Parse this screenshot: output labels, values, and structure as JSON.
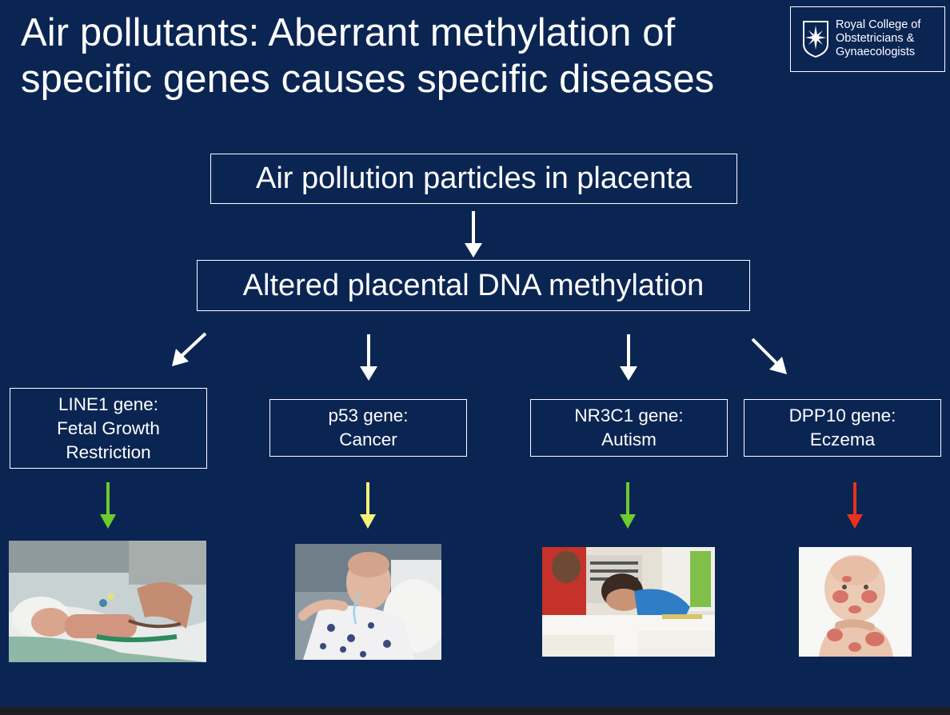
{
  "slide": {
    "title_line1": "Air pollutants: Aberrant methylation of",
    "title_line2": "specific genes causes specific diseases"
  },
  "logo": {
    "line1": "Royal College of",
    "line2": "Obstetricians &",
    "line3": "Gynaecologists"
  },
  "flow": {
    "top_box": "Air pollution particles in placenta",
    "middle_box": "Altered placental DNA methylation"
  },
  "genes": [
    {
      "lines": [
        "LINE1 gene:",
        "Fetal Growth",
        "Restriction"
      ],
      "arrow_color": "#6ecb2e"
    },
    {
      "lines": [
        "p53 gene:",
        "Cancer"
      ],
      "arrow_color": "#f4f27a"
    },
    {
      "lines": [
        "NR3C1 gene:",
        "Autism"
      ],
      "arrow_color": "#6ecb2e"
    },
    {
      "lines": [
        "DPP10 gene:",
        "Eczema"
      ],
      "arrow_color": "#e8321f"
    }
  ],
  "colors": {
    "background": "#0b2553",
    "text": "#ffffff",
    "arrow_green": "#6ecb2e",
    "arrow_yellow": "#f4f27a",
    "arrow_red": "#e8321f"
  },
  "icons": {
    "logo_mark": "rcog-star-shield-icon",
    "flow_arrows": "arrow-down-icon",
    "diag_left": "arrow-down-left-icon",
    "diag_right": "arrow-down-right-icon"
  }
}
